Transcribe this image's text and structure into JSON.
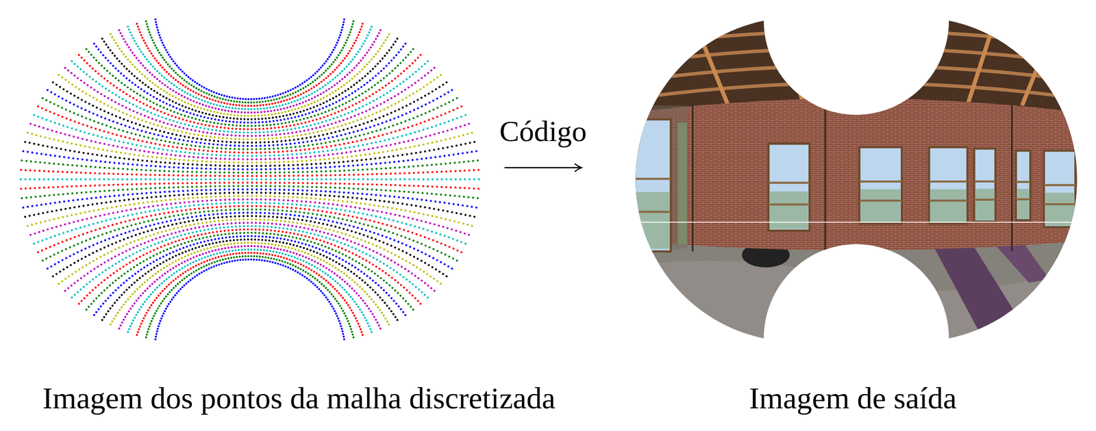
{
  "diagram": {
    "nodes": [
      {
        "text": [
          "Imagem dos pontos da malha discretizada"
        ]
      },
      {
        "text": [
          "Imagem de saída"
        ]
      }
    ],
    "edges": [
      {
        "from": 0,
        "to": 1,
        "label": "Código",
        "arrow": "to"
      }
    ]
  }
}
